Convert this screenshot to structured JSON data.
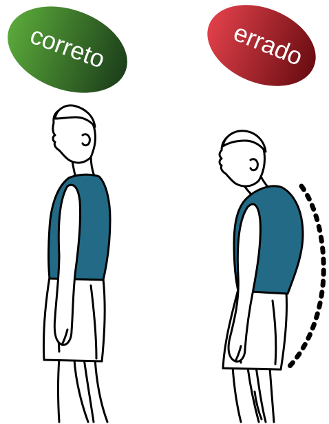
{
  "labels": {
    "correct": "correto",
    "wrong": "errado"
  },
  "colors": {
    "correct_light": "#5aa83a",
    "correct_dark": "#1c3f1a",
    "wrong_light": "#e0404a",
    "wrong_dark": "#6a0d12",
    "vest": "#226a86",
    "outline": "#000000",
    "skin": "#ffffff"
  },
  "icons": {
    "spine_curve": "dotted-curve"
  }
}
